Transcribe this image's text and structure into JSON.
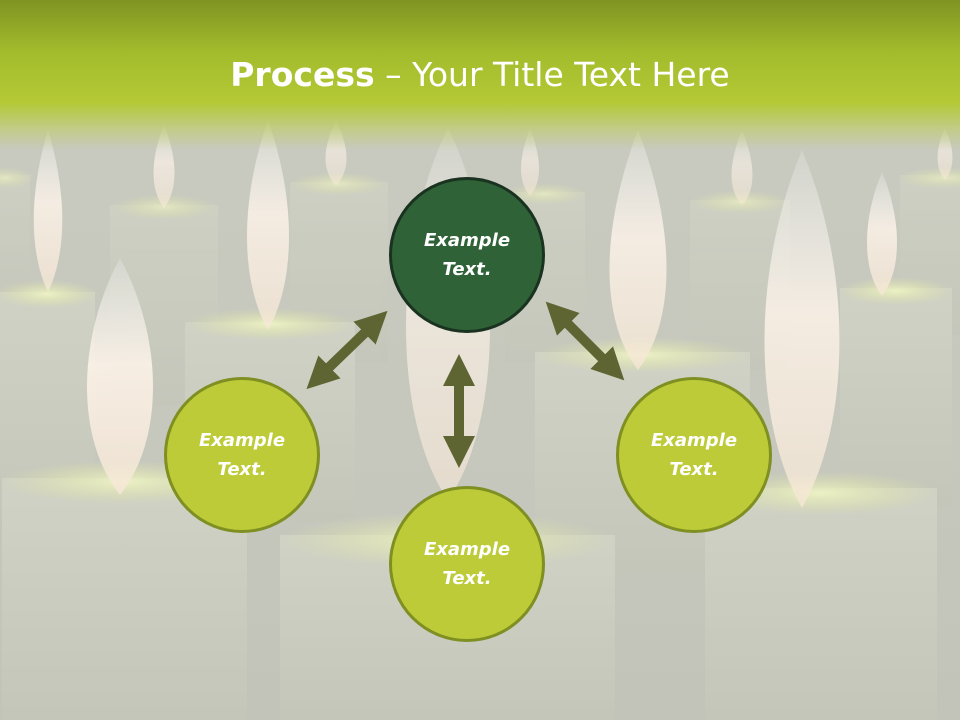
{
  "title": {
    "bold": "Process",
    "rest": " – Your Title Text Here"
  },
  "nodes": [
    {
      "line1": "Example",
      "line2": "Text."
    },
    {
      "line1": "Example",
      "line2": "Text."
    },
    {
      "line1": "Example",
      "line2": "Text."
    },
    {
      "line1": "Example",
      "line2": "Text."
    }
  ],
  "colors": {
    "header": "#b4c935",
    "node_light": "#bccb37",
    "node_dark": "#2f6237",
    "arrow": "#5e6532"
  }
}
